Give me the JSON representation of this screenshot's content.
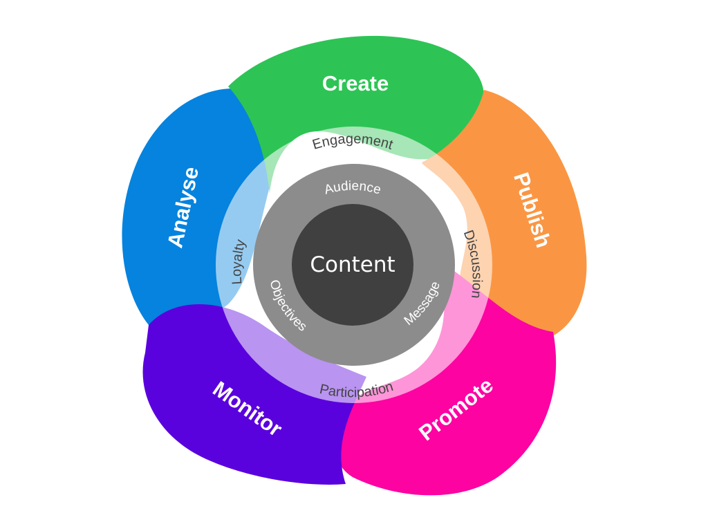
{
  "center": {
    "label": "Content"
  },
  "stages": [
    {
      "key": "create",
      "label": "Create",
      "color": "#2dc455"
    },
    {
      "key": "publish",
      "label": "Publish",
      "color": "#fa9643"
    },
    {
      "key": "promote",
      "label": "Promote",
      "color": "#fc03a2"
    },
    {
      "key": "monitor",
      "label": "Monitor",
      "color": "#5a02dd"
    },
    {
      "key": "analyse",
      "label": "Analyse",
      "color": "#0583de"
    }
  ],
  "middle_ring": {
    "labels": {
      "engagement": "Engagement",
      "discussion": "Discussion",
      "participation": "Participation",
      "loyalty": "Loyalty"
    }
  },
  "inner_ring": {
    "labels": {
      "audience": "Audience",
      "message": "Message",
      "objectives": "Objectives"
    }
  },
  "colors": {
    "inner_ring": "#8c8c8c",
    "center": "#404040",
    "middle_ring_tint": "#ffffff"
  }
}
